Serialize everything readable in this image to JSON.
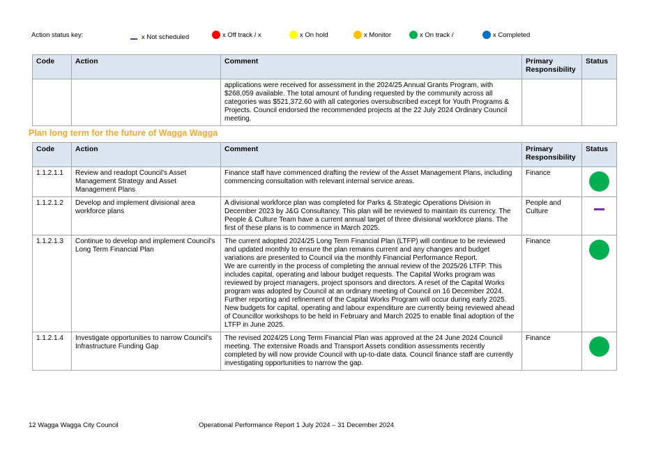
{
  "legend": {
    "title": "Action status key:",
    "items": [
      {
        "label": "x Not scheduled",
        "color": "#7030a0",
        "shape": "dash"
      },
      {
        "label": "x Off track / x",
        "color": "#ff0000",
        "shape": "dot"
      },
      {
        "label": "x On hold",
        "color": "#ffff00",
        "shape": "dot"
      },
      {
        "label": "x Monitor",
        "color": "#ffc000",
        "shape": "dot"
      },
      {
        "label": "x On track /",
        "color": "#00b050",
        "shape": "dot"
      },
      {
        "label": "x Completed",
        "color": "#0070c0",
        "shape": "dot"
      }
    ]
  },
  "columns": {
    "code": "Code",
    "action": "Action",
    "comment": "Comment",
    "responsibility": "Primary Responsibility",
    "status": "Status"
  },
  "continuation": {
    "comment": "applications were received for assessment in the 2024/25 Annual Grants Program, with $268,059 available. The total amount of funding requested by the community across all categories was $521,372.60 with all categories oversubscribed except for Youth Programs & Projects. Council endorsed the recommended projects at the 22 July 2024 Ordinary Council meeting."
  },
  "section": {
    "heading": "Plan long term for the future of Wagga Wagga",
    "rows": [
      {
        "code": "1.1.2.1.1",
        "action": "Review and readopt Council's Asset Management Strategy and Asset Management Plans",
        "comment": "Finance staff have commenced drafting the review of the Asset Management Plans, including commencing consultation with relevant internal service areas.",
        "responsibility": "Finance",
        "status": "On track",
        "status_color": "#00b050",
        "status_shape": "dot"
      },
      {
        "code": "1.1.2.1.2",
        "action": "Develop and implement divisional area workforce plans",
        "comment": "A divisional workforce plan was completed for Parks & Strategic Operations Division in December 2023 by J&G Consultancy. This plan will be reviewed to maintain its currency. The People & Culture Team have a current annual target of three divisional workforce plans. The first of these plans is to commence in March 2025.",
        "responsibility": "People and Culture",
        "status": "Not scheduled",
        "status_color": "#7030a0",
        "status_shape": "dash"
      },
      {
        "code": "1.1.2.1.3",
        "action": "Continue to develop and implement Council's Long Term Financial Plan",
        "comment": "The current adopted 2024/25 Long Term Financial Plan (LTFP) will continue to be reviewed and updated monthly to ensure the plan remains current and any changes and budget variations are presented to Council via the monthly Financial Performance Report.\nWe are currently in the process of completing the annual review of the 2025/26 LTFP. This includes capital, operating and labour budget requests. The Capital Works program was reviewed by project managers, project sponsors and directors. A reset of the Capital Works program was adopted by Council at an ordinary meeting of Council on 16 December 2024. Further reporting and refinement of the Capital Works Program will occur during early 2025. New budgets for capital, operating and labour expenditure are currently being reviewed ahead of Councillor workshops to be held in February and March 2025 to enable final adoption of the LTFP in June 2025.",
        "responsibility": "Finance",
        "status": "On track",
        "status_color": "#00b050",
        "status_shape": "dot"
      },
      {
        "code": "1.1.2.1.4",
        "action": "Investigate opportunities to narrow Council's Infrastructure Funding Gap",
        "comment": "The revised 2024/25 Long Term Financial Plan was approved at the 24 June 2024 Council meeting. The extensive Roads and Transport Assets condition assessments recently completed by will now provide Council with up-to-date data. Council finance staff are currently investigating opportunities to narrow the gap.",
        "responsibility": "Finance",
        "status": "On track",
        "status_color": "#00b050",
        "status_shape": "dot"
      }
    ]
  },
  "footer": {
    "page_info": "12  Wagga Wagga City Council",
    "report_title": "Operational Performance Report 1 July 2024 – 31 December 2024"
  }
}
